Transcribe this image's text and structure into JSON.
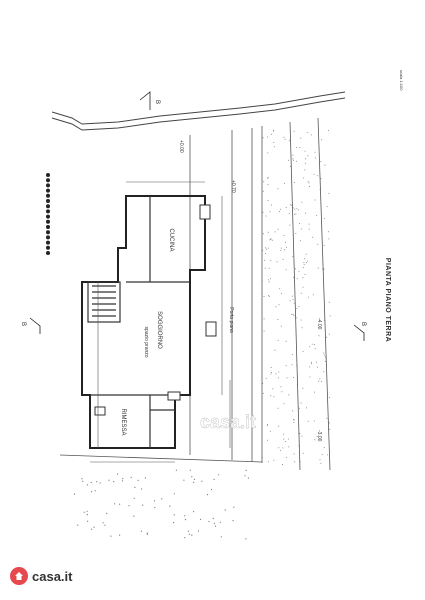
{
  "plan": {
    "title": "PIANTA PIANO TERRA",
    "scale": "scala 1:100",
    "rooms": {
      "cucina": "CUCINA",
      "soggiorno": "SOGGIORNO",
      "rimessa": "RIMESSA",
      "pranzo": "spazio pranzo"
    },
    "corridor": "Porta piana",
    "levels": {
      "l1": "+0.00",
      "l2": "+0.70",
      "l3": "-4.00",
      "l4": "-3.00"
    },
    "section_marks": {
      "b_top": "B",
      "b_left": "B",
      "b_right": "B"
    }
  },
  "watermark": "casa.it",
  "brand": {
    "name": "casa.it",
    "color": "#e5484d"
  }
}
